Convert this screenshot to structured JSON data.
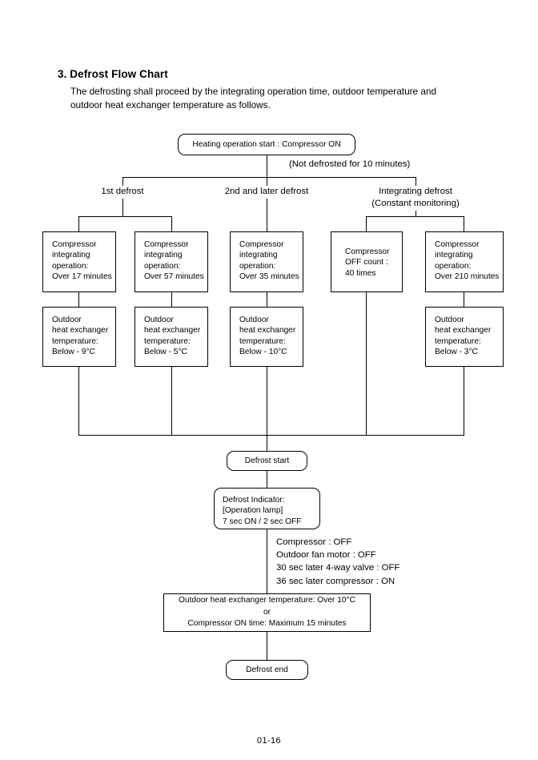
{
  "page": {
    "heading": "3. Defrost Flow Chart",
    "intro": "The defrosting shall proceed by the integrating operation time, outdoor temperature and outdoor heat exchanger temperature as follows.",
    "footer": "01-16"
  },
  "flow": {
    "start_node": "Heating operation start : Compressor ON",
    "start_annotation": "(Not defrosted for 10 minutes)",
    "branches": [
      {
        "label": "1st defrost"
      },
      {
        "label": "2nd and later defrost"
      },
      {
        "label": "Integrating defrost\n(Constant monitoring)"
      }
    ],
    "condition_boxes": [
      {
        "text": "Compressor\nintegrating\noperation:\nOver 17 minutes"
      },
      {
        "text": "Compressor\nintegrating\noperation:\nOver 57 minutes"
      },
      {
        "text": "Compressor\nintegrating\noperation:\nOver 35 minutes"
      },
      {
        "text": "Compressor\nOFF count :\n40 times"
      },
      {
        "text": "Compressor\nintegrating\noperation:\nOver 210 minutes"
      }
    ],
    "temperature_boxes": [
      {
        "text": "Outdoor\nheat exchanger\ntemperature:\nBelow - 9°C"
      },
      {
        "text": "Outdoor\nheat exchanger\ntemperature:\nBelow - 5°C"
      },
      {
        "text": "Outdoor\nheat exchanger\ntemperature:\nBelow - 10°C"
      },
      {
        "text": "Outdoor\nheat exchanger\ntemperature:\nBelow - 3°C"
      }
    ],
    "defrost_start": "Defrost start",
    "indicator_box": "Defrost Indicator:\n[Operation lamp]\n7 sec ON / 2 sec OFF",
    "actions": "Compressor : OFF\nOutdoor fan motor : OFF\n30 sec later 4-way valve : OFF\n36 sec later compressor : ON",
    "end_condition": "Outdoor heat exchanger temperature: Over 10°C\nor\nCompressor ON time: Maximum 15 minutes",
    "defrost_end": "Defrost end"
  }
}
